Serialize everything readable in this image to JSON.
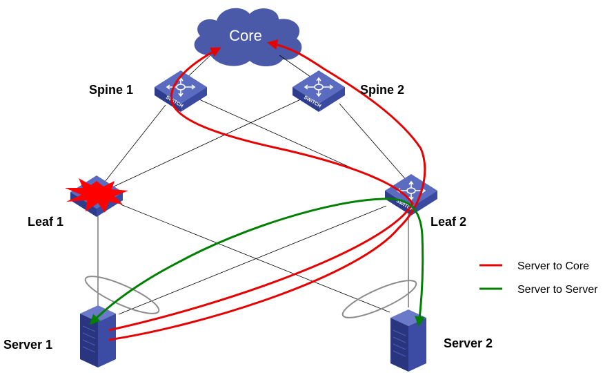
{
  "core": {
    "label": "Core",
    "color": "#4a5aa8"
  },
  "spines": [
    {
      "label": "Spine 1"
    },
    {
      "label": "Spine 2"
    }
  ],
  "leaves": [
    {
      "label": "Leaf 1",
      "status": "failed"
    },
    {
      "label": "Leaf 2"
    }
  ],
  "servers": [
    {
      "label": "Server 1"
    },
    {
      "label": "Server 2"
    }
  ],
  "switch_text": "SWITCH",
  "legend": [
    {
      "label": "Server to Core",
      "color": "#e60000"
    },
    {
      "label": "Server to Server",
      "color": "#008000"
    }
  ],
  "colors": {
    "switch_top": "#5162b6",
    "switch_side": "#2e3c8c",
    "failure_burst": "#ff0000",
    "link": "#000000",
    "lag_ellipse": "#8c8c8c"
  }
}
